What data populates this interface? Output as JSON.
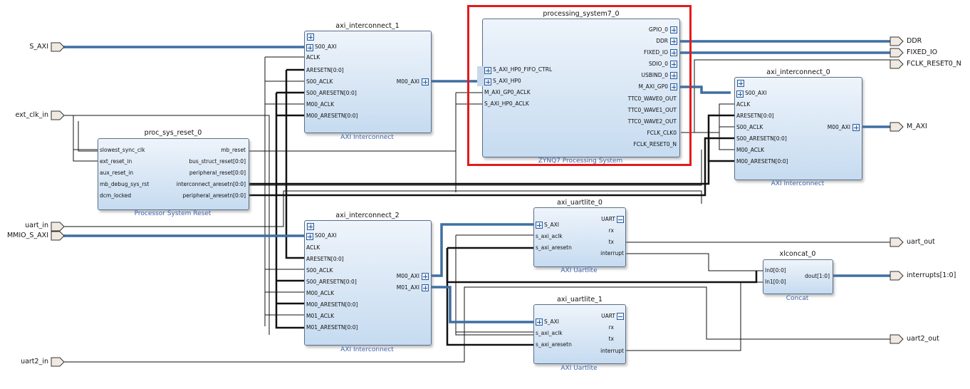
{
  "blocks": {
    "ps7": {
      "name": "processing_system7_0",
      "desc": "ZYNQ7 Processing System",
      "in_pins": [
        "S_AXI_HP0_FIFO_CTRL",
        "S_AXI_HP0",
        "M_AXI_GP0_ACLK",
        "S_AXI_HP0_ACLK"
      ],
      "out_pins": [
        "GPIO_0",
        "DDR",
        "FIXED_IO",
        "SDIO_0",
        "USBIND_0",
        "M_AXI_GP0",
        "TTC0_WAVE0_OUT",
        "TTC0_WAVE1_OUT",
        "TTC0_WAVE2_OUT",
        "FCLK_CLK0",
        "FCLK_RESET0_N"
      ]
    },
    "ic1": {
      "name": "axi_interconnect_1",
      "desc": "AXI Interconnect",
      "in_pins": [
        "S00_AXI",
        "ACLK",
        "ARESETN[0:0]",
        "S00_ACLK",
        "S00_ARESETN[0:0]",
        "M00_ACLK",
        "M00_ARESETN[0:0]"
      ],
      "out_pins": [
        "M00_AXI"
      ]
    },
    "ic0": {
      "name": "axi_interconnect_0",
      "desc": "AXI Interconnect",
      "in_pins": [
        "S00_AXI",
        "ACLK",
        "ARESETN[0:0]",
        "S00_ACLK",
        "S00_ARESETN[0:0]",
        "M00_ACLK",
        "M00_ARESETN[0:0]"
      ],
      "out_pins": [
        "M00_AXI"
      ]
    },
    "rst": {
      "name": "proc_sys_reset_0",
      "desc": "Processor System Reset",
      "in_pins": [
        "slowest_sync_clk",
        "ext_reset_in",
        "aux_reset_in",
        "mb_debug_sys_rst",
        "dcm_locked"
      ],
      "out_pins": [
        "mb_reset",
        "bus_struct_reset[0:0]",
        "peripheral_reset[0:0]",
        "interconnect_aresetn[0:0]",
        "peripheral_aresetn[0:0]"
      ]
    },
    "ic2": {
      "name": "axi_interconnect_2",
      "desc": "AXI Interconnect",
      "in_pins": [
        "S00_AXI",
        "ACLK",
        "ARESETN[0:0]",
        "S00_ACLK",
        "S00_ARESETN[0:0]",
        "M00_ACLK",
        "M00_ARESETN[0:0]",
        "M01_ACLK",
        "M01_ARESETN[0:0]"
      ],
      "out_pins": [
        "M00_AXI",
        "M01_AXI"
      ]
    },
    "u0": {
      "name": "axi_uartlite_0",
      "desc": "AXI Uartlite",
      "in_pins": [
        "S_AXI",
        "s_axi_aclk",
        "s_axi_aresetn"
      ],
      "out_pins": [
        "UART",
        "rx",
        "tx",
        "interrupt"
      ]
    },
    "u1": {
      "name": "axi_uartlite_1",
      "desc": "AXI Uartlite",
      "in_pins": [
        "S_AXI",
        "s_axi_aclk",
        "s_axi_aresetn"
      ],
      "out_pins": [
        "UART",
        "rx",
        "tx",
        "interrupt"
      ]
    },
    "cc": {
      "name": "xlconcat_0",
      "desc": "Concat",
      "in_pins": [
        "In0[0:0]",
        "In1[0:0]"
      ],
      "out_pins": [
        "dout[1:0]"
      ]
    }
  },
  "ports_in": [
    "S_AXI",
    "ext_clk_in",
    "uart_in",
    "MMIO_S_AXI",
    "uart2_in"
  ],
  "ports_out": [
    "DDR",
    "FIXED_IO",
    "FCLK_RESET0_N",
    "M_AXI",
    "uart_out",
    "interrupts[1:0]",
    "uart2_out"
  ],
  "colors": {
    "bus": "#3e6fa3",
    "wire": "#111111",
    "selection": "#e31b1b",
    "block_top": "#eef4fb",
    "block_bottom": "#c6dbf0",
    "desc_text": "#3a64ad"
  }
}
